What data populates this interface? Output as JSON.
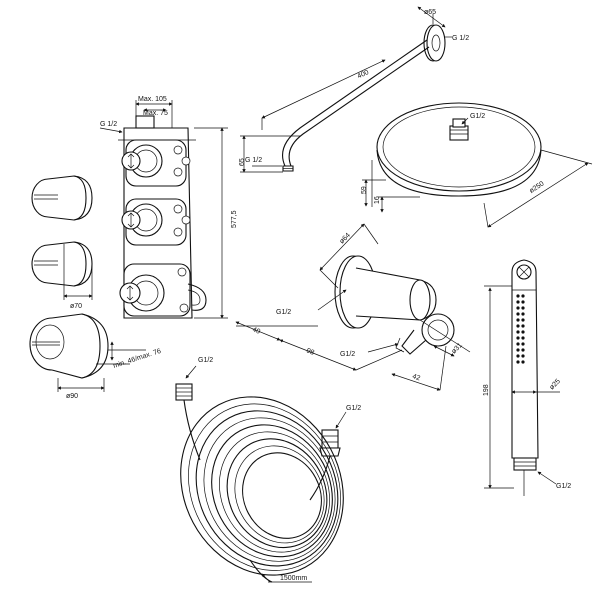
{
  "labels": {
    "arm_flange_dia": "ø65",
    "arm_thread": "G 1/2",
    "arm_length": "400",
    "arm_drop": "65",
    "arm_inlet_thread": "G 1/2",
    "head_thread": "G1/2",
    "head_h1": "59",
    "head_h2": "16",
    "head_dia": "ø250",
    "valve_max1": "Max. 105",
    "valve_max2": "Max. 75",
    "valve_thread": "G 1/2",
    "valve_height": "577,5",
    "knob_dia": "ø70",
    "plate_dia": "ø90",
    "plate_depth": "min. 46/max. 76",
    "elbow_dia": "ø64",
    "elbow_inlet": "G1/2",
    "elbow_outlet": "G1/2",
    "elbow_depth1": "40",
    "elbow_depth2": "98",
    "elbow_outlet_dia": "ø31",
    "elbow_len": "42",
    "hose_thread1": "G1/2",
    "hose_thread2": "G1/2",
    "hose_length": "1500mm",
    "hand_len": "198",
    "hand_dia": "ø25",
    "hand_thread": "G1/2"
  }
}
